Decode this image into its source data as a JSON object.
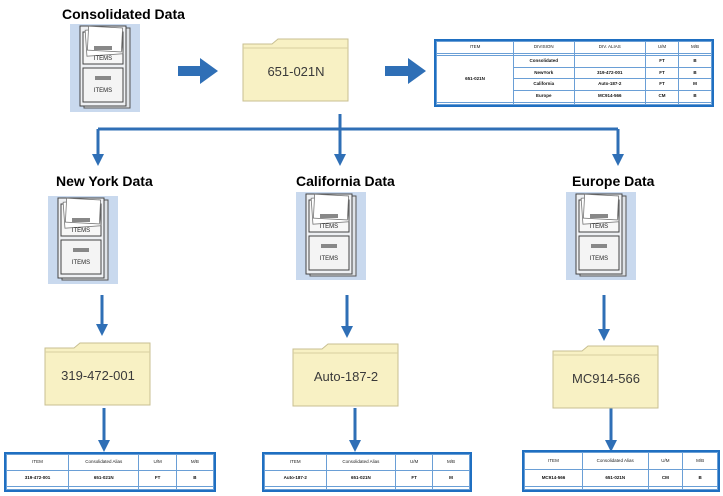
{
  "consolidated": {
    "title": "Consolidated Data",
    "folder": "651-021N",
    "table": {
      "headers": [
        "ITEM",
        "DIVISION",
        "DIV. ALIAS",
        "U/M",
        "M/B"
      ],
      "item": "651-021N",
      "rows": [
        [
          "Consolidated",
          "",
          "FT",
          "B"
        ],
        [
          "NewYork",
          "319-472-001",
          "FT",
          "B"
        ],
        [
          "California",
          "Auto-187-2",
          "FT",
          "M"
        ],
        [
          "Europe",
          "MC914-566",
          "CM",
          "B"
        ]
      ]
    }
  },
  "divisions": [
    {
      "title": "New York Data",
      "folder": "319-472-001",
      "headers": [
        "ITEM",
        "Consolidated Alias",
        "U/M",
        "M/B"
      ],
      "row": [
        "319-472-001",
        "651-021N",
        "FT",
        "B"
      ]
    },
    {
      "title": "California Data",
      "folder": "Auto-187-2",
      "headers": [
        "ITEM",
        "Consolidated Alias",
        "U/M",
        "M/B"
      ],
      "row": [
        "Auto-187-2",
        "651-021N",
        "FT",
        "M"
      ]
    },
    {
      "title": "Europe Data",
      "folder": "MC914-566",
      "headers": [
        "ITEM",
        "Consolidated Alias",
        "U/M",
        "M/B"
      ],
      "row": [
        "MC914-566",
        "651-021N",
        "CM",
        "B"
      ]
    }
  ],
  "cabinet_label": "ITEMS",
  "icons": {
    "cabinet": "file-cabinet-icon",
    "folder": "folder-icon"
  },
  "colors": {
    "arrow": "#2f6fb6",
    "folder_fill": "#f8f1c4",
    "table_border": "#1f6fc1",
    "cabinet_backdrop": "#c9d9ee"
  }
}
